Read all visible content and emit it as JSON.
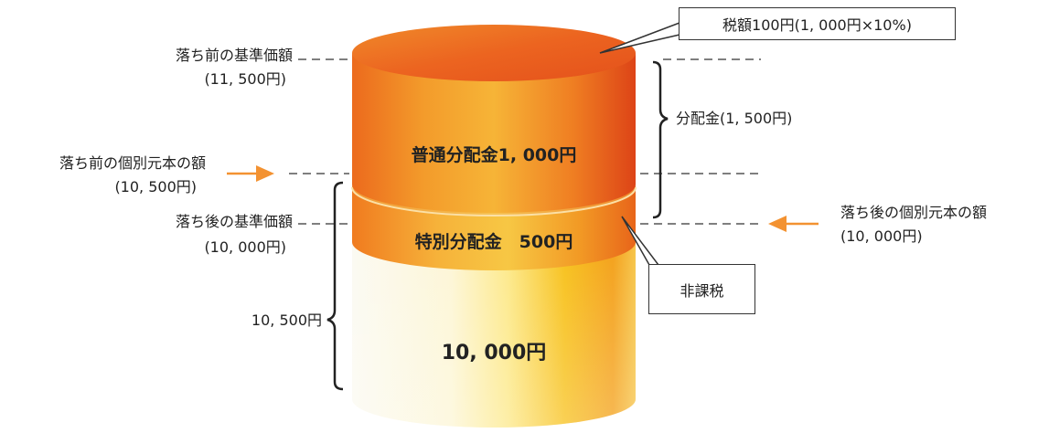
{
  "labels": {
    "before_nav": "落ち前の基準価額",
    "before_nav_value": "(11, 500円)",
    "before_principal": "落ち前の個別元本の額",
    "before_principal_value": "(10, 500円)",
    "after_nav": "落ち後の基準価額",
    "after_nav_value": "(10, 000円)",
    "after_principal": "落ち後の個別元本の額",
    "after_principal_value": "(10, 000円)",
    "left_brace_value": "10, 500円",
    "right_brace_label": "分配金(1, 500円)"
  },
  "tiers": {
    "top": "普通分配金1, 000円",
    "middle": "特別分配金　500円",
    "bottom": "10, 000円"
  },
  "callouts": {
    "tax": "税額100円(1, 000円×10%)",
    "non_taxable": "非課税"
  },
  "colors": {
    "arrow": "#f39231",
    "top_tier": "#e95a1c",
    "middle_tier": "#f08a24",
    "bottom_tier": "#f4c21c"
  }
}
